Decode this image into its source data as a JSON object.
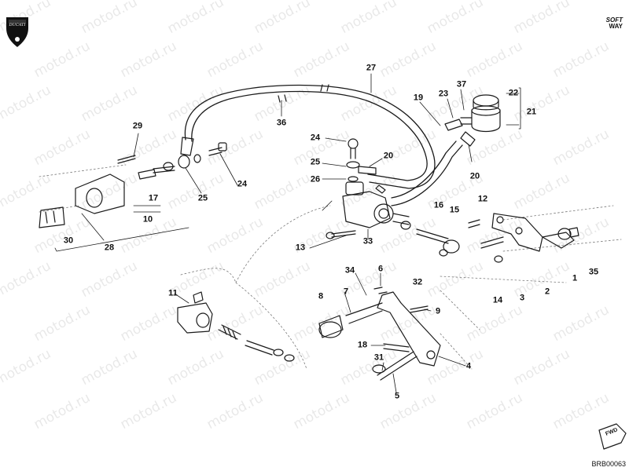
{
  "watermark": {
    "text": "motod.ru"
  },
  "brand": {
    "line1": "SOFT",
    "line2": "WAY",
    "logo_text": "DUCATI"
  },
  "drawing_code": "BRB00063",
  "fwd_label": "FWD",
  "callouts": [
    {
      "id": "c27",
      "label": "27"
    },
    {
      "id": "c36",
      "label": "36"
    },
    {
      "id": "c19",
      "label": "19"
    },
    {
      "id": "c23",
      "label": "23"
    },
    {
      "id": "c37",
      "label": "37"
    },
    {
      "id": "c22",
      "label": "22"
    },
    {
      "id": "c21",
      "label": "21"
    },
    {
      "id": "c29",
      "label": "29"
    },
    {
      "id": "c24a",
      "label": "24"
    },
    {
      "id": "c20a",
      "label": "20"
    },
    {
      "id": "c20b",
      "label": "20"
    },
    {
      "id": "c25a",
      "label": "25"
    },
    {
      "id": "c26",
      "label": "26"
    },
    {
      "id": "c24b",
      "label": "24"
    },
    {
      "id": "c25b",
      "label": "25"
    },
    {
      "id": "c17",
      "label": "17"
    },
    {
      "id": "c10",
      "label": "10"
    },
    {
      "id": "c16",
      "label": "16"
    },
    {
      "id": "c15",
      "label": "15"
    },
    {
      "id": "c12",
      "label": "12"
    },
    {
      "id": "c30",
      "label": "30"
    },
    {
      "id": "c28",
      "label": "28"
    },
    {
      "id": "c13",
      "label": "13"
    },
    {
      "id": "c33",
      "label": "33"
    },
    {
      "id": "c34",
      "label": "34"
    },
    {
      "id": "c6",
      "label": "6"
    },
    {
      "id": "c32",
      "label": "32"
    },
    {
      "id": "c1",
      "label": "1"
    },
    {
      "id": "c35",
      "label": "35"
    },
    {
      "id": "c2",
      "label": "2"
    },
    {
      "id": "c3",
      "label": "3"
    },
    {
      "id": "c14",
      "label": "14"
    },
    {
      "id": "c11",
      "label": "11"
    },
    {
      "id": "c8",
      "label": "8"
    },
    {
      "id": "c7",
      "label": "7"
    },
    {
      "id": "c9",
      "label": "9"
    },
    {
      "id": "c18",
      "label": "18"
    },
    {
      "id": "c31",
      "label": "31"
    },
    {
      "id": "c4",
      "label": "4"
    },
    {
      "id": "c5",
      "label": "5"
    }
  ]
}
